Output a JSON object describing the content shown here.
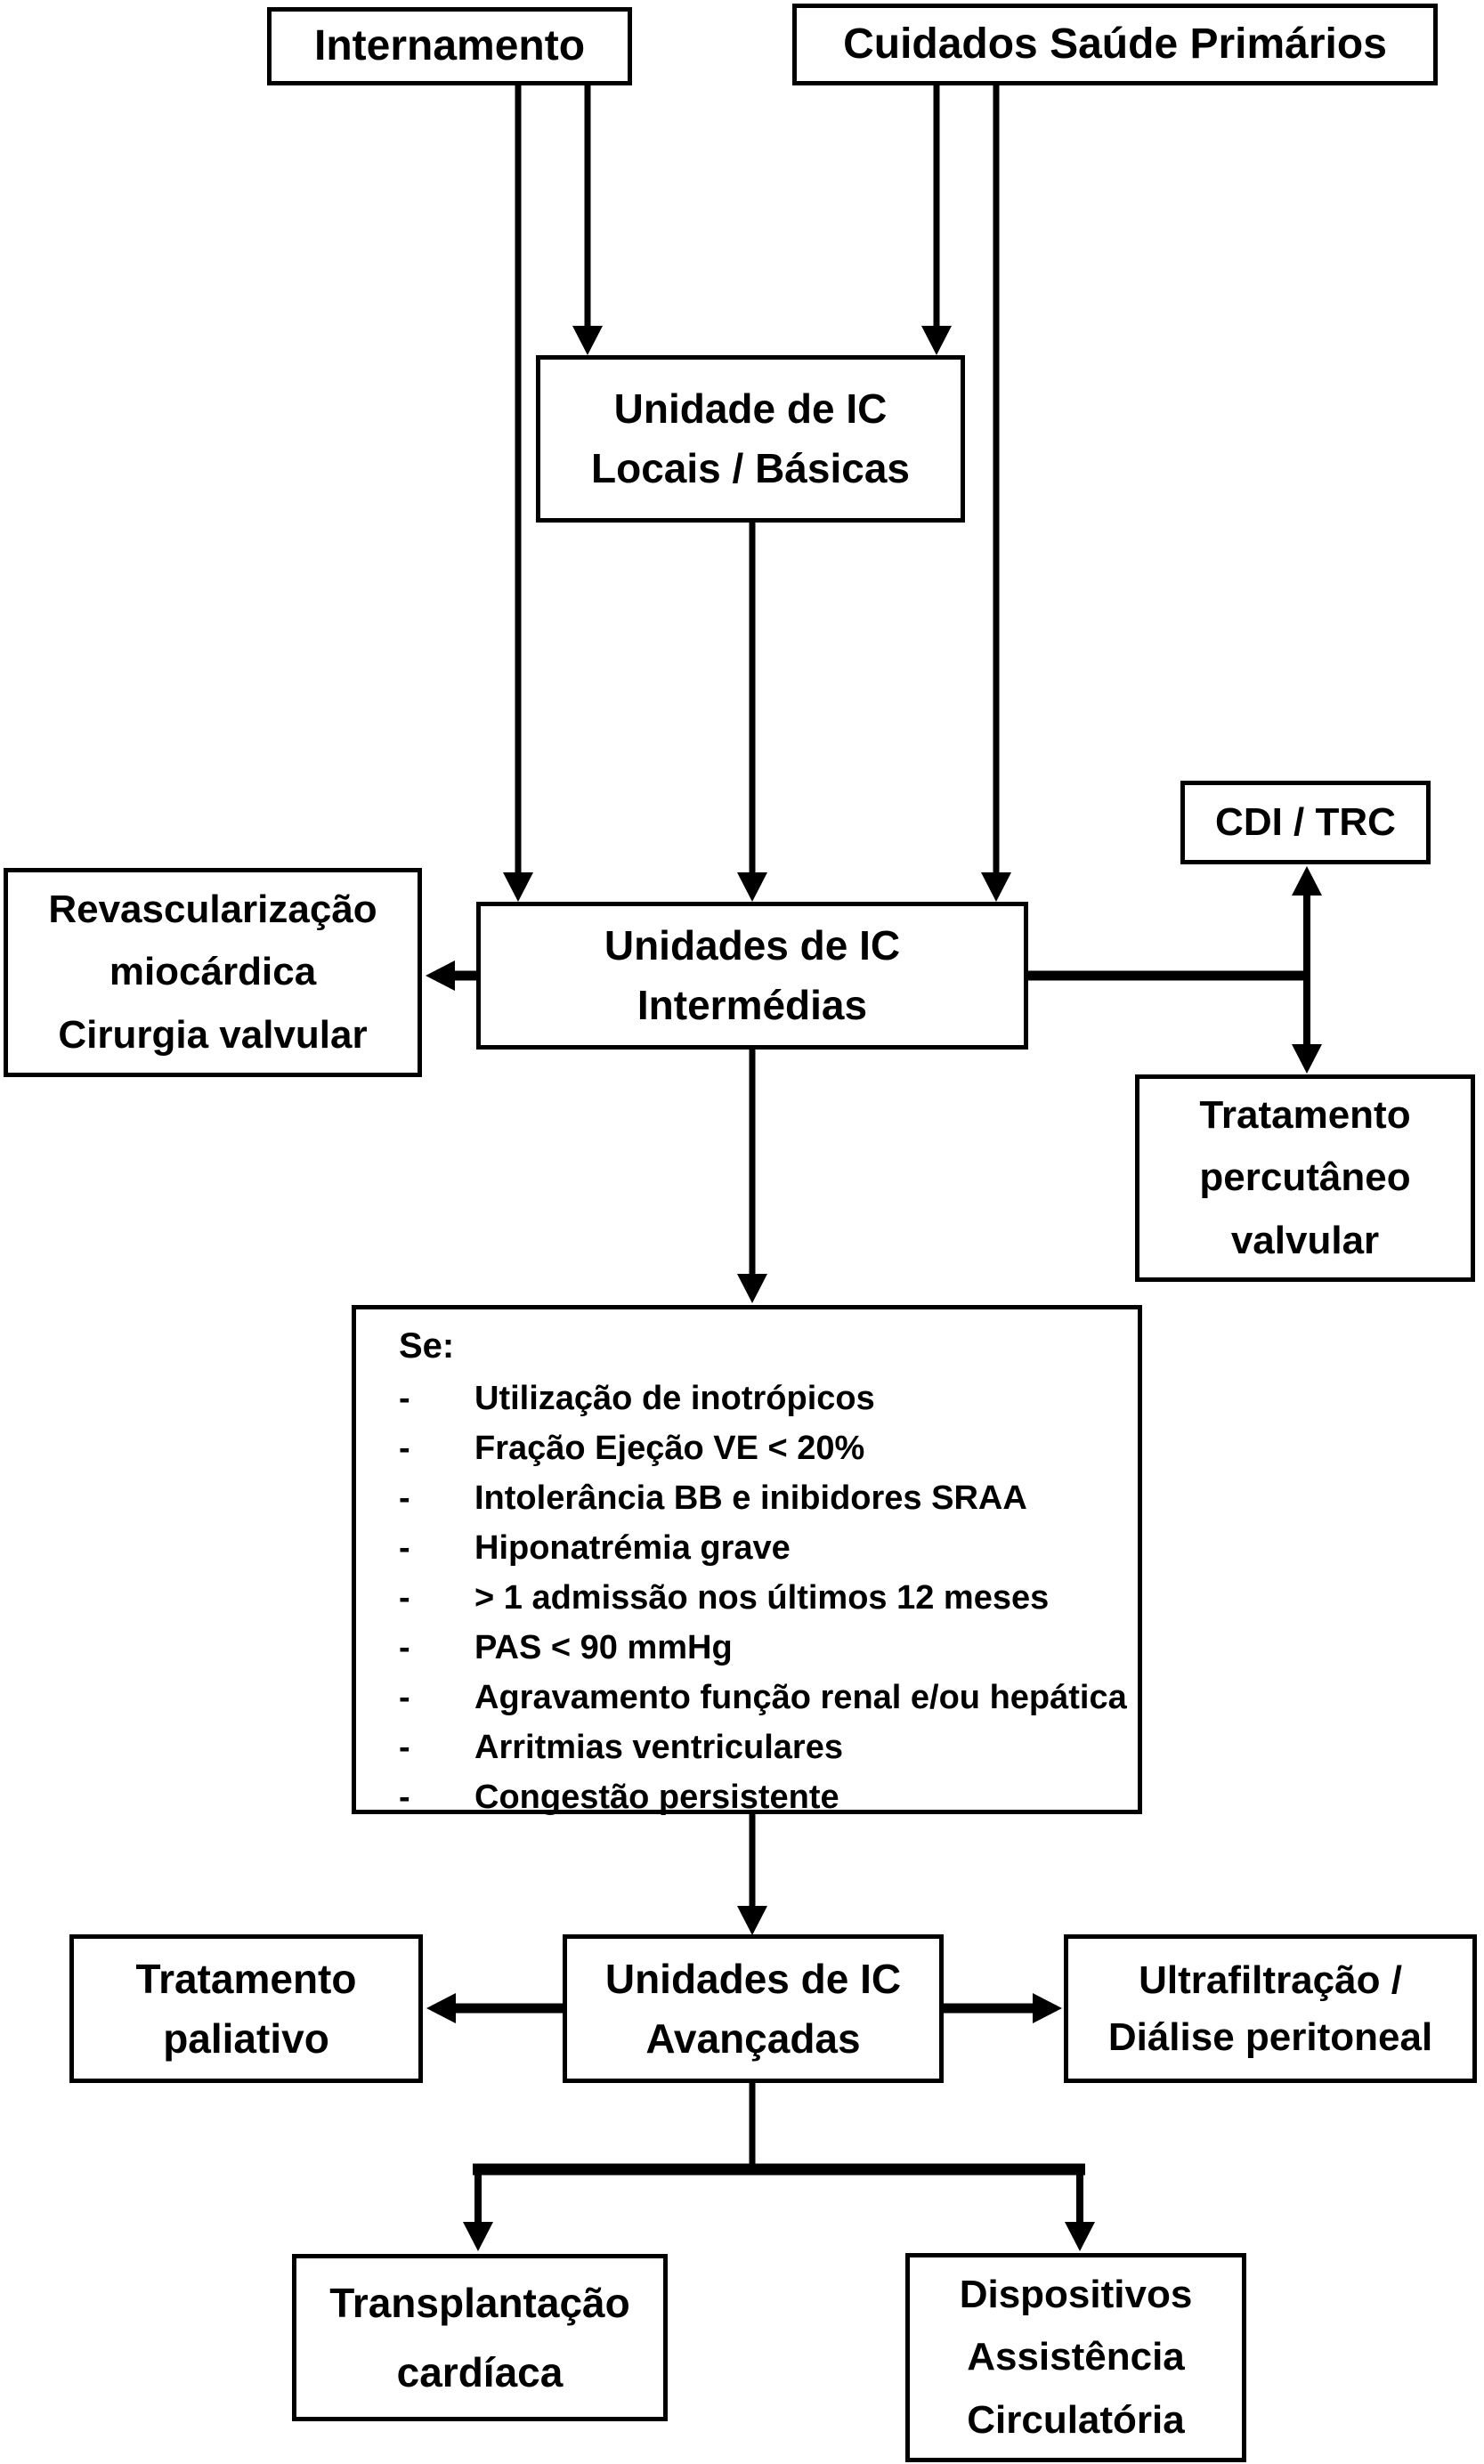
{
  "diagram": {
    "colors": {
      "ink": "#000000",
      "background": "#ffffff"
    },
    "boxes": {
      "internamento": {
        "label": "Internamento"
      },
      "cuidados": {
        "label": "Cuidados Saúde Primários"
      },
      "locais": {
        "lines": [
          "Unidade de IC",
          "Locais / Básicas"
        ]
      },
      "cdi_trc": {
        "label": "CDI / TRC"
      },
      "revasc": {
        "lines": [
          "Revascularização",
          "miocárdica",
          "Cirurgia valvular"
        ]
      },
      "intermedias": {
        "lines": [
          "Unidades de IC",
          "Intermédias"
        ]
      },
      "percutaneo": {
        "lines": [
          "Tratamento",
          "percutâneo",
          "valvular"
        ]
      },
      "se_box": {
        "heading": "Se:",
        "bullet": "-",
        "items": [
          "Utilização de inotrópicos",
          "Fração Ejeção VE < 20%",
          "Intolerância BB e inibidores SRAA",
          "Hiponatrémia grave",
          "> 1 admissão nos últimos 12 meses",
          "PAS < 90 mmHg",
          "Agravamento função renal e/ou hepática",
          "Arritmias ventriculares",
          "Congestão persistente"
        ]
      },
      "paliativo": {
        "lines": [
          "Tratamento",
          "paliativo"
        ]
      },
      "avancadas": {
        "lines": [
          "Unidades de IC",
          "Avançadas"
        ]
      },
      "ultra": {
        "lines": [
          "Ultrafiltração /",
          "Diálise peritoneal"
        ]
      },
      "transplantacao": {
        "lines": [
          "Transplantação",
          "cardíaca"
        ]
      },
      "dispositivos": {
        "lines": [
          "Dispositivos",
          "Assistência",
          "Circulatória"
        ]
      }
    }
  }
}
